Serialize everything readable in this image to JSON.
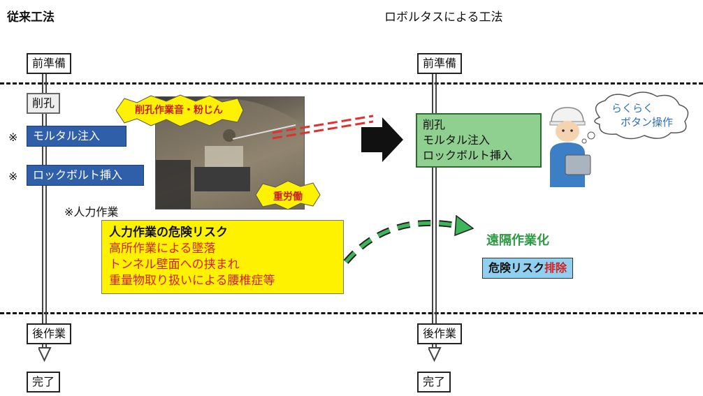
{
  "left": {
    "title": "従来工法",
    "steps": {
      "prep": "前準備",
      "drill": "削孔",
      "after": "後作業",
      "done": "完了"
    },
    "manual_steps": [
      "モルタル注入",
      "ロックボルト挿入"
    ],
    "asterisk": "※",
    "manual_note": "※人力作業",
    "photo_callouts": {
      "noise": "削孔作業音・粉じん",
      "labor": "重労働"
    }
  },
  "risk": {
    "heading": "人力作業の危険リスク",
    "items": [
      "高所作業による墜落",
      "トンネル壁面への挟まれ",
      "重量物取り扱いによる腰椎症等"
    ]
  },
  "right": {
    "title": "ロボルタスによる工法",
    "steps": {
      "prep": "前準備",
      "after": "後作業",
      "done": "完了"
    },
    "auto_steps": [
      "削孔",
      "モルタル注入",
      "ロックボルト挿入"
    ],
    "operator_bubble": [
      "らくらく",
      "ボタン操作"
    ],
    "remote_label": "遠隔作業化",
    "risk_label": "危険リスク",
    "risk_eliminate": "排除"
  },
  "colors": {
    "blue_box": "#2f5fa8",
    "green_box": "#8fcf8f",
    "yellow_box": "#fff200",
    "risk_red": "#d42020",
    "risk_box": "#8fd0f0",
    "remote_green": "#2e9a45"
  },
  "icons": [
    "arrow-down-icon",
    "big-right-arrow-icon",
    "curved-dashed-arrow-icon",
    "worker-with-tablet-icon",
    "thought-cloud-icon",
    "burst-bubble-icon",
    "tunnel-photo"
  ]
}
